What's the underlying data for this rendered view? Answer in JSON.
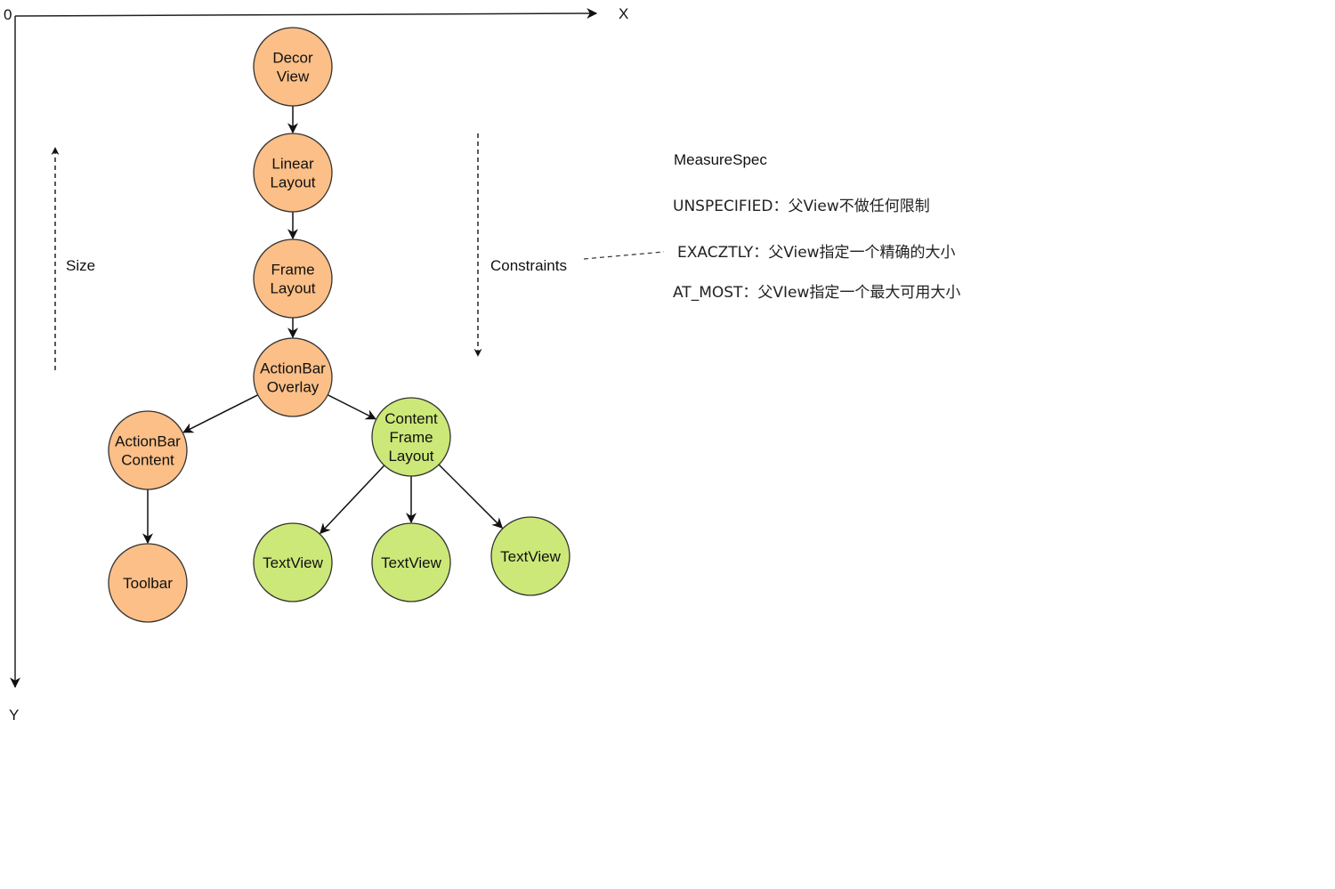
{
  "axes": {
    "origin_label": "0",
    "x_label": "X",
    "y_label": "Y"
  },
  "arrows": {
    "size_label": "Size",
    "constraints_label": "Constraints"
  },
  "colors": {
    "orange_fill": "#fbbf87",
    "green_fill": "#cce878",
    "stroke": "#333333"
  },
  "nodes": [
    {
      "id": "decor-view",
      "lines": [
        "Decor",
        "View"
      ],
      "color": "orange"
    },
    {
      "id": "linear-layout",
      "lines": [
        "Linear",
        "Layout"
      ],
      "color": "orange"
    },
    {
      "id": "frame-layout",
      "lines": [
        "Frame",
        "Layout"
      ],
      "color": "orange"
    },
    {
      "id": "actionbar-overlay",
      "lines": [
        "ActionBar",
        "Overlay"
      ],
      "color": "orange"
    },
    {
      "id": "actionbar-content",
      "lines": [
        "ActionBar",
        "Content"
      ],
      "color": "orange"
    },
    {
      "id": "toolbar",
      "lines": [
        "Toolbar"
      ],
      "color": "orange"
    },
    {
      "id": "content-frame-layout",
      "lines": [
        "Content",
        "Frame",
        "Layout"
      ],
      "color": "green"
    },
    {
      "id": "textview-1",
      "lines": [
        "TextView"
      ],
      "color": "green"
    },
    {
      "id": "textview-2",
      "lines": [
        "TextView"
      ],
      "color": "green"
    },
    {
      "id": "textview-3",
      "lines": [
        "TextView"
      ],
      "color": "green"
    }
  ],
  "edges": [
    [
      "decor-view",
      "linear-layout"
    ],
    [
      "linear-layout",
      "frame-layout"
    ],
    [
      "frame-layout",
      "actionbar-overlay"
    ],
    [
      "actionbar-overlay",
      "actionbar-content"
    ],
    [
      "actionbar-overlay",
      "content-frame-layout"
    ],
    [
      "actionbar-content",
      "toolbar"
    ],
    [
      "content-frame-layout",
      "textview-1"
    ],
    [
      "content-frame-layout",
      "textview-2"
    ],
    [
      "content-frame-layout",
      "textview-3"
    ]
  ],
  "measure_spec": {
    "title": "MeasureSpec",
    "items": [
      "UNSPECIFIED：父View不做任何限制",
      "EXACZTLY：父View指定一个精确的大小",
      "AT_MOST：父VIew指定一个最大可用大小"
    ]
  }
}
